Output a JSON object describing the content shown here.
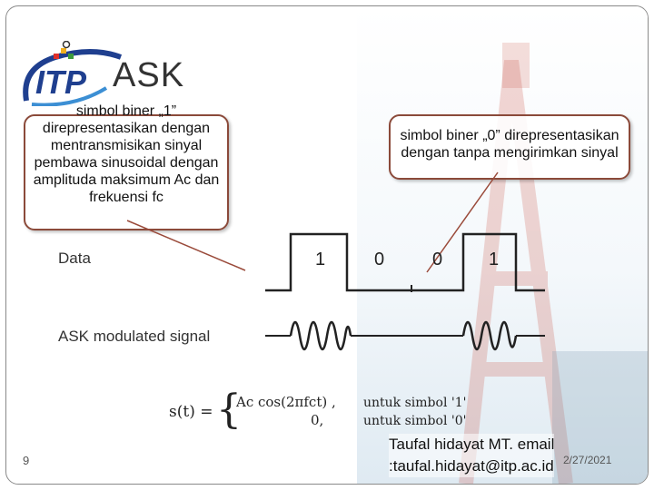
{
  "slide": {
    "title": "ASK",
    "logo_text": "ITP",
    "callout_one": "simbol biner „1” direpresentasikan dengan mentransmisikan sinyal pembawa sinusoidal dengan amplituda maksimum Ac dan frekuensi fc",
    "callout_zero": "simbol biner „0” direpresentasikan dengan tanpa mengirimkan sinyal",
    "diagram": {
      "data_label": "Data",
      "ask_label": "ASK modulated signal",
      "bits": [
        "1",
        "0",
        "0",
        "1"
      ]
    },
    "formula": {
      "lhs": "s(t) =",
      "case1_expr": "Ac cos(2πfct) ,",
      "case2_expr": "0,",
      "case1_cond": "untuk simbol '1'",
      "case2_cond": "untuk simbol '0'"
    },
    "author_line1": "Taufal hidayat MT. email",
    "author_line2": ":taufal.hidayat@itp.ac.id",
    "date": "2/27/2021",
    "page_number": "9"
  },
  "colors": {
    "callout_border": "#8b4a3a",
    "arrow": "#9a4a3a",
    "logo_blue": "#1f3f8f",
    "tower_red": "#c84a3a"
  }
}
